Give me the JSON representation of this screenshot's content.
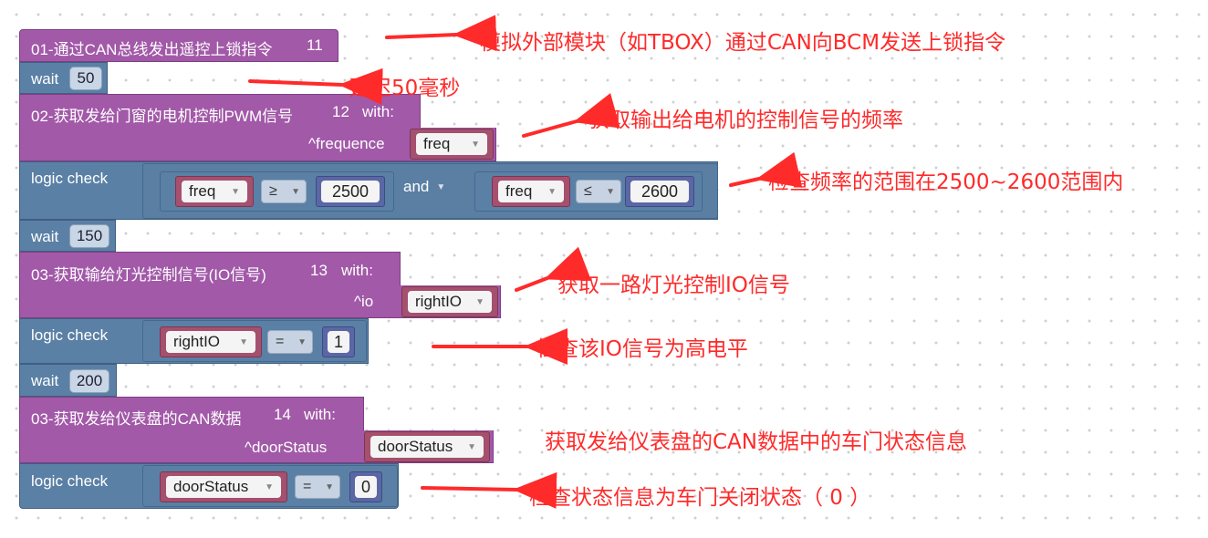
{
  "blocks": {
    "b1": {
      "title": "01-通过CAN总线发出遥控上锁指令",
      "id": "11"
    },
    "wait1": {
      "label": "wait",
      "value": "50"
    },
    "b2": {
      "title": "02-获取发给门窗的电机控制PWM信号",
      "id": "12",
      "with": "with:",
      "param": "^frequence",
      "var": "freq"
    },
    "check1": {
      "label": "logic check",
      "left": {
        "var": "freq",
        "op": "≥",
        "value": "2500"
      },
      "conj": "and",
      "right": {
        "var": "freq",
        "op": "≤",
        "value": "2600"
      }
    },
    "wait2": {
      "label": "wait",
      "value": "150"
    },
    "b3": {
      "title": "03-获取输给灯光控制信号(IO信号)",
      "id": "13",
      "with": "with:",
      "param": "^io",
      "var": "rightIO"
    },
    "check2": {
      "label": "logic check",
      "var": "rightIO",
      "op": "=",
      "value": "1"
    },
    "wait3": {
      "label": "wait",
      "value": "200"
    },
    "b4": {
      "title": "03-获取发给仪表盘的CAN数据",
      "id": "14",
      "with": "with:",
      "param": "^doorStatus",
      "var": "doorStatus"
    },
    "check3": {
      "label": "logic check",
      "var": "doorStatus",
      "op": "=",
      "value": "0"
    }
  },
  "annotations": {
    "a1": "模拟外部模块（如TBOX）通过CAN向BCM发送上锁指令",
    "a2": "延迟50毫秒",
    "a3": "获取输出给电机的控制信号的频率",
    "a4": "检查频率的范围在2500~2600范围内",
    "a5": "获取一路灯光控制IO信号",
    "a6": "检查该IO信号为高电平",
    "a7": "获取发给仪表盘的CAN数据中的车门状态信息",
    "a8": "检查状态信息为车门关闭状态（ 0 ）"
  },
  "colors": {
    "procedure": "#a259a8",
    "logic": "#5b80a5",
    "variable": "#a5506e",
    "number": "#5b67a5",
    "annotation": "#ff2a2a"
  }
}
